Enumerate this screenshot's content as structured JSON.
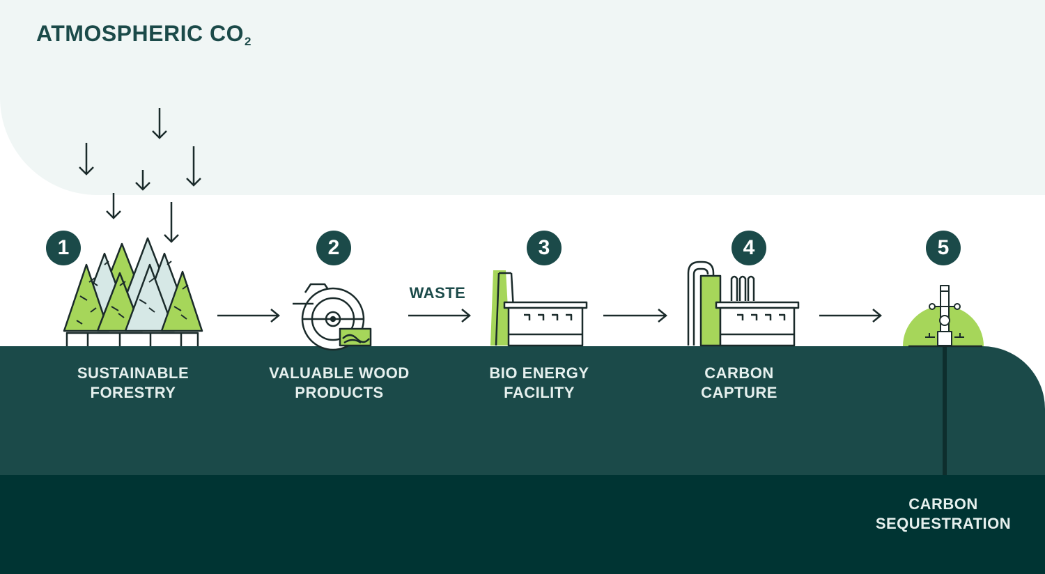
{
  "title": {
    "text": "ATMOSPHERIC CO",
    "subscript": "2"
  },
  "steps": [
    {
      "number": "1",
      "line1": "SUSTAINABLE",
      "line2": "FORESTRY"
    },
    {
      "number": "2",
      "line1": "VALUABLE WOOD",
      "line2": "PRODUCTS"
    },
    {
      "number": "3",
      "line1": "BIO ENERGY",
      "line2": "FACILITY"
    },
    {
      "number": "4",
      "line1": "CARBON",
      "line2": "CAPTURE"
    },
    {
      "number": "5",
      "line1": "CARBON",
      "line2": "SEQUESTRATION"
    }
  ],
  "flow_note": "WASTE",
  "colors": {
    "sky": "#f0f6f5",
    "ground": "#1b4a49",
    "deep_ground": "#003433",
    "accent_green": "#a6d65a",
    "dark_green": "#1b4a49",
    "outline": "#1a2a2a",
    "pale_tree": "#d6e8e6"
  }
}
